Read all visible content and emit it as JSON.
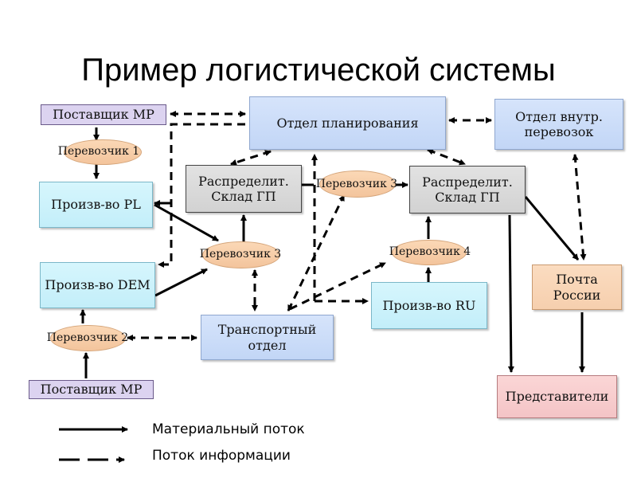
{
  "title": "Пример логистической системы",
  "nodes": {
    "supplier_top": "Поставщик МР",
    "carrier1": "Перевозчик 1",
    "prod_pl": "Произв-во PL",
    "prod_dem": "Произв-во DEM",
    "carrier2": "Перевозчик 2",
    "supplier_bottom": "Поставщик МР",
    "planning": "Отдел планирования",
    "internal_transport_line1": "Отдел внутр.",
    "internal_transport_line2": "перевозок",
    "warehouse1_line1": "Распределит.",
    "warehouse1_line2": "Склад ГП",
    "warehouse2_line1": "Распределит.",
    "warehouse2_line2": "Склад ГП",
    "carrier3_top": "Перевозчик 3",
    "carrier3_mid": "Перевозчик 3",
    "carrier4": "Перевозчик 4",
    "transport_line1": "Транспортный",
    "transport_line2": "отдел",
    "prod_ru": "Произв-во RU",
    "post_line1": "Почта",
    "post_line2": "России",
    "representatives": "Представители"
  },
  "legend": {
    "material_flow": "Материальный поток",
    "info_flow": "Поток информации"
  },
  "colors": {
    "dept_fill": "#c9dbf8",
    "production_fill": "#c8f0fa",
    "warehouse_fill": "#d6d6d6",
    "supplier_fill": "#dcd3f0",
    "carrier_fill": "#f6cba6",
    "post_fill": "#f8d2b2",
    "representatives_fill": "#f6c8ca",
    "arrow": "#000000"
  }
}
